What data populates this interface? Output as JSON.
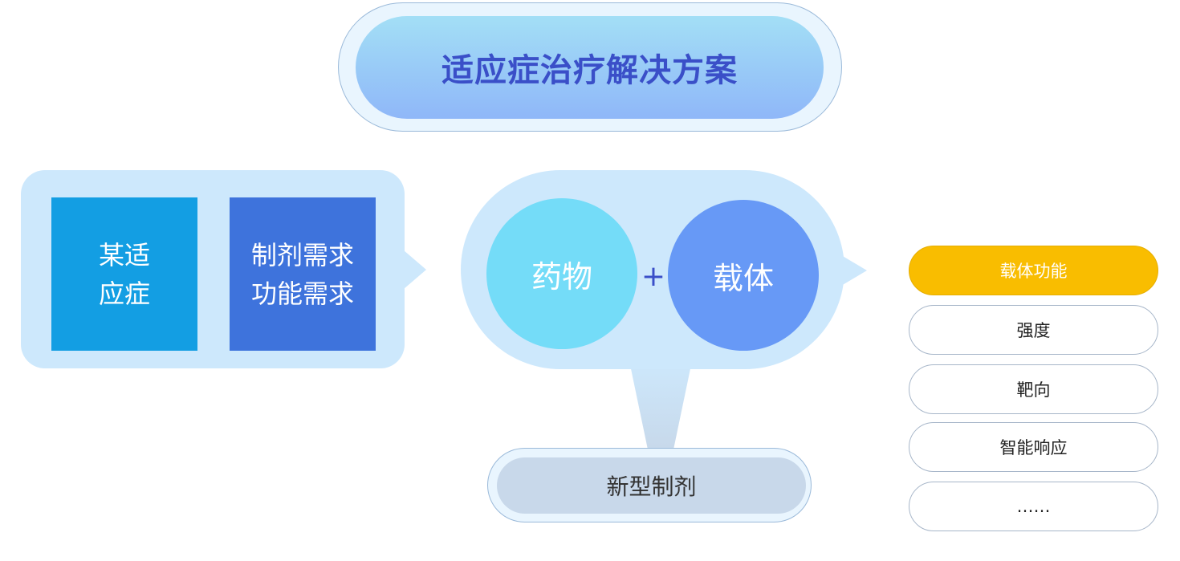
{
  "title": "适应症治疗解决方案",
  "left_panel": {
    "box1_lines": [
      "某适",
      "应症"
    ],
    "box2_lines": [
      "制剂需求",
      "功能需求"
    ]
  },
  "center_panel": {
    "drug": "药物",
    "plus": "+",
    "carrier": "载体"
  },
  "output": "新型制剂",
  "carrier_functions": [
    "载体功能",
    "强度",
    "靶向",
    "智能响应",
    "……"
  ],
  "colors": {
    "title_text": "#3a4fc8",
    "box1": "#139ee3",
    "box2": "#3e73dc",
    "drug_circle": "#74dcf8",
    "carrier_circle": "#6799f6",
    "highlight": "#f9bd00",
    "bubble": "#cde8fc"
  }
}
